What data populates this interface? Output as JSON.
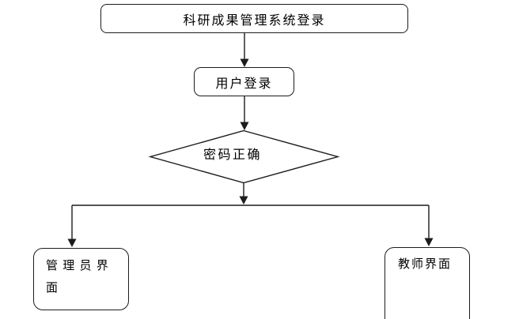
{
  "flowchart": {
    "nodes": {
      "start": {
        "shape": "rounded-rectangle",
        "label": "科研成果管理系统登录"
      },
      "login": {
        "shape": "rounded-rectangle",
        "label": "用户登录"
      },
      "decision": {
        "shape": "diamond",
        "label": "密码正确"
      },
      "admin": {
        "shape": "rounded-rectangle",
        "label": "管理员界面",
        "lines": [
          "管 理 员 界",
          "面"
        ]
      },
      "teacher": {
        "shape": "rounded-rectangle",
        "label": "教师界面"
      }
    },
    "colors": {
      "stroke": "#1c1c1c",
      "background": "#ffffff",
      "text": "#000000"
    }
  }
}
